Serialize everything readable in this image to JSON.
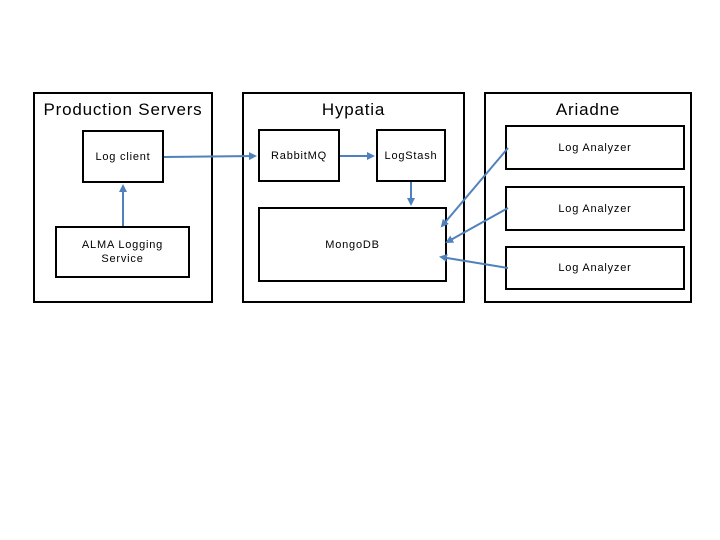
{
  "groups": {
    "production": {
      "title": "Production Servers"
    },
    "hypatia": {
      "title": "Hypatia"
    },
    "ariadne": {
      "title": "Ariadne"
    }
  },
  "nodes": {
    "log_client": "Log client",
    "alma_logging": "ALMA Logging Service",
    "rabbitmq": "RabbitMQ",
    "logstash": "LogStash",
    "mongodb": "MongoDB",
    "log_analyzer_1": "Log Analyzer",
    "log_analyzer_2": "Log Analyzer",
    "log_analyzer_3": "Log Analyzer"
  },
  "colors": {
    "arrow": "#4f81bd",
    "border": "#000000"
  }
}
